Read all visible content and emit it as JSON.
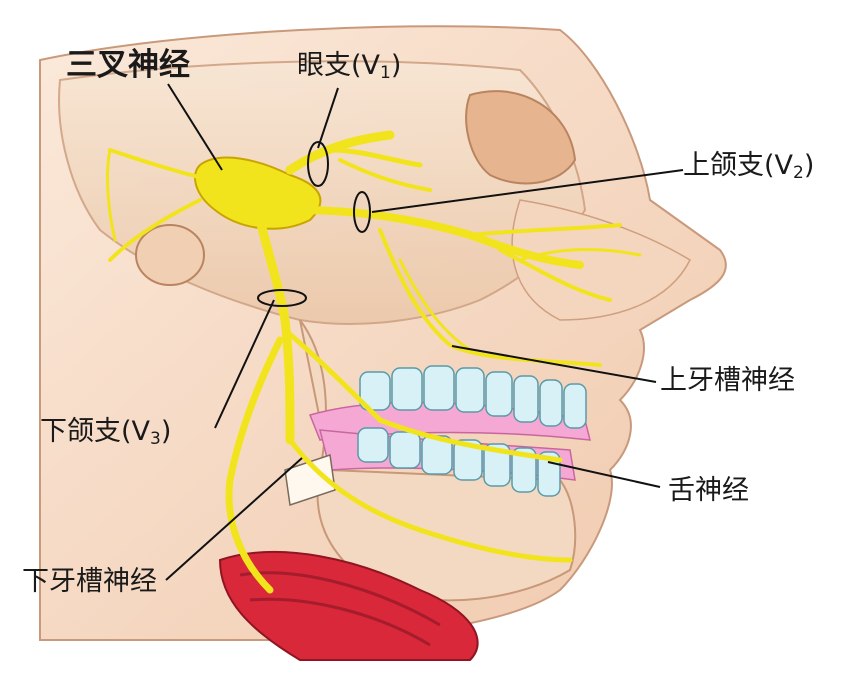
{
  "labels": {
    "title": "三叉神经",
    "ophthalmic": {
      "main": "眼支(V",
      "sub": "1",
      "end": ")"
    },
    "maxillary": {
      "main": "上颌支(V",
      "sub": "2",
      "end": ")"
    },
    "mandibular": {
      "main": "下颌支(V",
      "sub": "3",
      "end": ")"
    },
    "superior_alveolar": "上牙槽神经",
    "lingual": "舌神经",
    "inferior_alveolar": "下牙槽神经"
  },
  "colors": {
    "nerve": "#f2e41c",
    "nerve_outline": "#c9a400",
    "skin": "#f7dcc6",
    "skin_shadow": "#e8b899",
    "bone": "#f5e2cf",
    "teeth": "#d8f1f6",
    "gum": "#f5a8d4",
    "muscle": "#d8283a",
    "leader_line": "#111111"
  }
}
